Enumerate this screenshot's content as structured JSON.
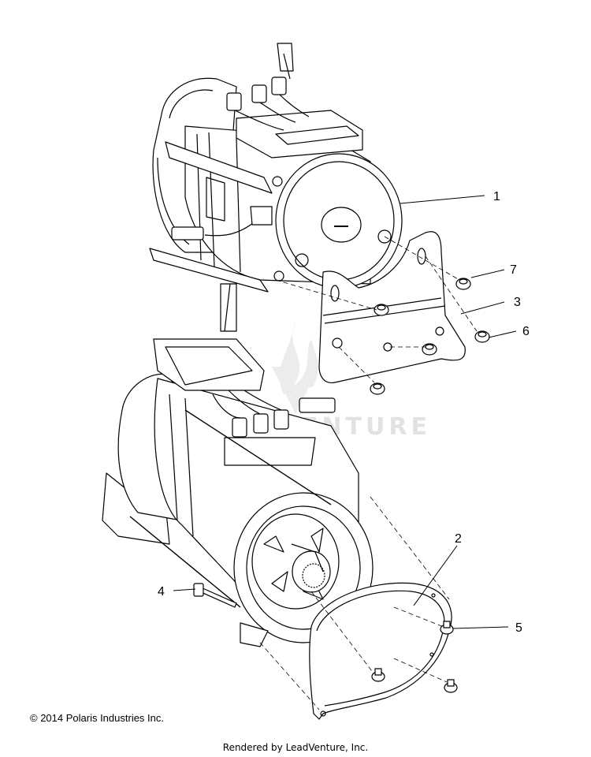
{
  "callouts": [
    {
      "label": "1",
      "name": "callout-1-motor-end-cap"
    },
    {
      "label": "2",
      "name": "callout-2-gasket"
    },
    {
      "label": "3",
      "name": "callout-3-bracket"
    },
    {
      "label": "4",
      "name": "callout-4-through-bolt"
    },
    {
      "label": "5",
      "name": "callout-5-screw"
    },
    {
      "label": "6",
      "name": "callout-6-bolt"
    },
    {
      "label": "7",
      "name": "callout-7-bolt"
    }
  ],
  "watermark": {
    "text": "LEADVENTURE",
    "icon": "leadventure-flame-logo"
  },
  "footer": {
    "copyright": "© 2014 Polaris Industries Inc.",
    "rendered_by": "Rendered by LeadVenture, Inc."
  }
}
